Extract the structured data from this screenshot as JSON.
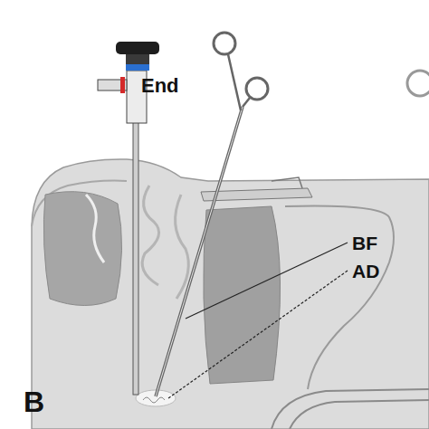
{
  "diagram": {
    "labels": [
      "End",
      "BF",
      "AD",
      "B"
    ]
  }
}
